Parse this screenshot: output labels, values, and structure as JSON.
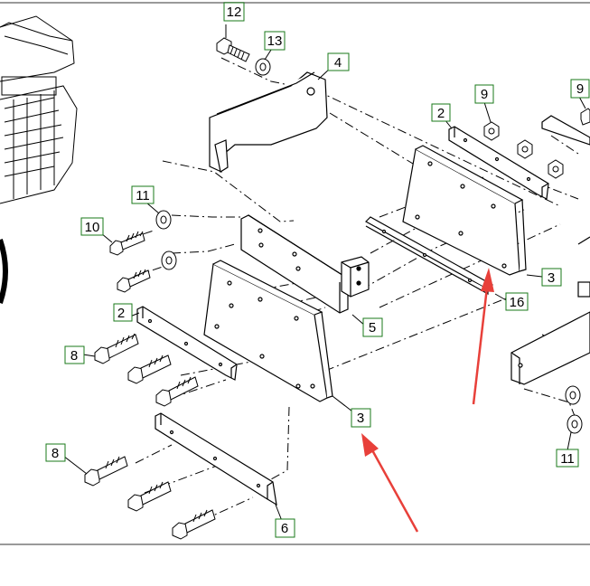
{
  "diagram": {
    "callouts": {
      "c12": "12",
      "c13": "13",
      "c4": "4",
      "c2a": "2",
      "c9a": "9",
      "c9b": "9",
      "c11a": "11",
      "c10": "10",
      "c3a": "3",
      "c16": "16",
      "c5": "5",
      "c2b": "2",
      "c8a": "8",
      "c3b": "3",
      "c8b": "8",
      "c6": "6",
      "c11b": "11"
    },
    "colors": {
      "line": "#000000",
      "callout_border": "#1a7a1a",
      "arrow": "#e8403a",
      "frame": "#9a9a9a"
    }
  }
}
